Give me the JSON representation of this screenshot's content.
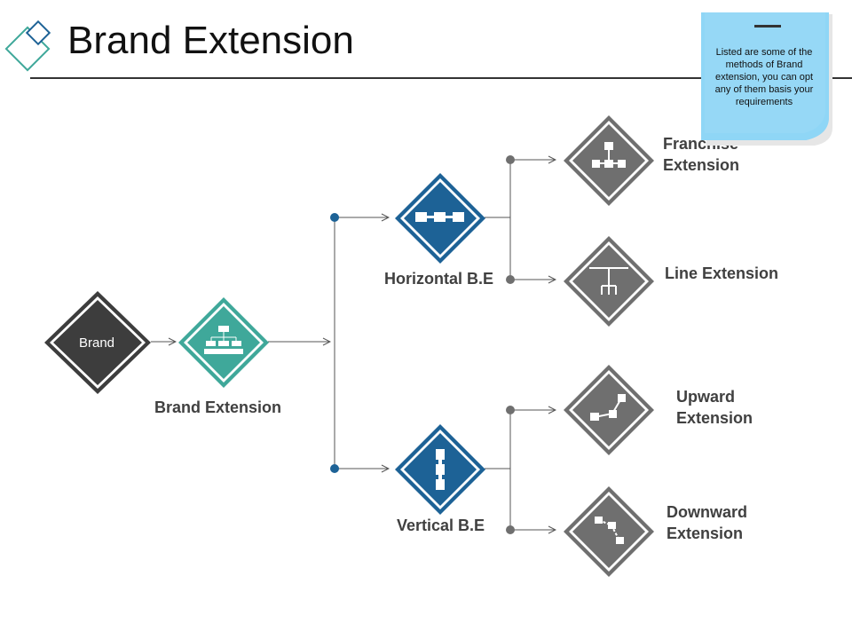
{
  "title": "Brand Extension",
  "note": "Listed are some of the methods of Brand extension, you can opt any of them basis your requirements",
  "nodes": {
    "brand": "Brand",
    "brand_extension": "Brand Extension",
    "horizontal": "Horizontal B.E",
    "vertical": "Vertical B.E",
    "franchise": [
      "Franchise",
      "Extension"
    ],
    "line": "Line Extension",
    "upward": [
      "Upward",
      "Extension"
    ],
    "downward": [
      "Downward",
      "Extension"
    ]
  },
  "colors": {
    "dark": "#3d3d3d",
    "teal": "#3fa89a",
    "blue": "#1d6296",
    "gray": "#6f6f6f",
    "note": "#8fd5f5"
  }
}
